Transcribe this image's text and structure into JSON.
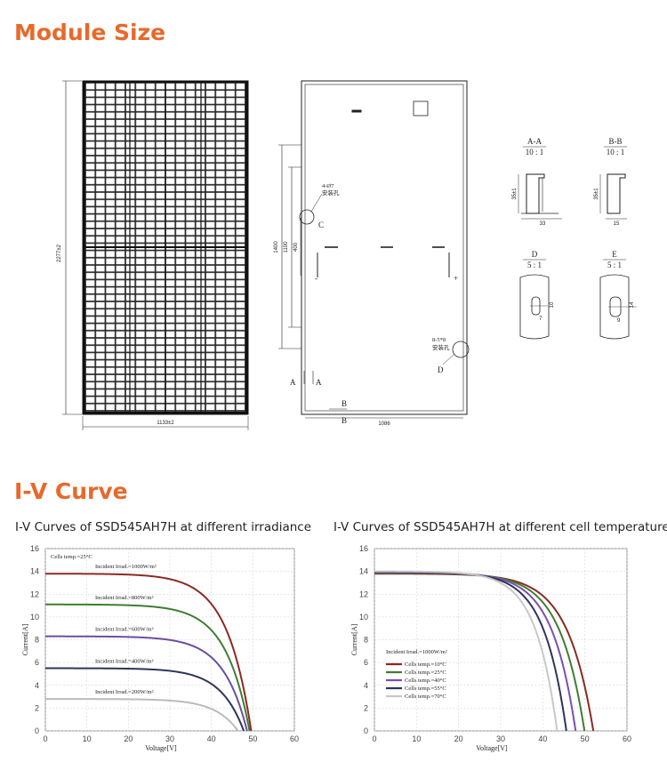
{
  "sections": {
    "module_size": "Module Size",
    "iv_curve": "I-V Curve"
  },
  "drawing": {
    "height_dim": "2277±2",
    "width_dim": "1133±2",
    "back_width": "1086",
    "pitch_1400": "1400",
    "pitch_1100": "1100",
    "pitch_400": "400",
    "hole_c_spec": "4-Ø7",
    "hole_c_note": "安装孔",
    "hole_d_spec": "8-5*8",
    "hole_d_note": "安装孔",
    "callout_c": "C",
    "callout_d": "D",
    "section_a": "A",
    "section_b": "B",
    "minus": "-",
    "plus": "+",
    "detail_aa": {
      "title": "A-A",
      "scale": "10 : 1",
      "h": "35±1",
      "w": "33"
    },
    "detail_bb": {
      "title": "B-B",
      "scale": "10 : 1",
      "h": "35±1",
      "w": "15"
    },
    "detail_d": {
      "title": "D",
      "scale": "5 : 1",
      "d1": "7",
      "d2": "10"
    },
    "detail_e": {
      "title": "E",
      "scale": "5 : 1",
      "d1": "9",
      "d2": "14"
    }
  },
  "chart_data": [
    {
      "type": "line",
      "title": "I-V Curves of SSD545AH7H at different irradiance",
      "xlabel": "Voltage[V]",
      "ylabel": "Current[A]",
      "xlim": [
        0,
        60
      ],
      "ylim": [
        0,
        16
      ],
      "xticks": [
        0,
        10,
        20,
        30,
        40,
        50,
        60
      ],
      "yticks": [
        0,
        2,
        4,
        6,
        8,
        10,
        12,
        14,
        16
      ],
      "annotation": "Cells temp.=25°C",
      "series": [
        {
          "name": "Incident Irrad.=1000W/m²",
          "color": "#8b2a22",
          "isc": 13.8,
          "voc": 49.6,
          "knee": 41
        },
        {
          "name": "Incident Irrad.=800W/m²",
          "color": "#3f7d33",
          "isc": 11.1,
          "voc": 49.2,
          "knee": 41
        },
        {
          "name": "Incident Irrad.=600W/m²",
          "color": "#6a4f9e",
          "isc": 8.3,
          "voc": 48.6,
          "knee": 41
        },
        {
          "name": "Incident Irrad.=400W/m²",
          "color": "#2e3559",
          "isc": 5.5,
          "voc": 47.8,
          "knee": 40
        },
        {
          "name": "Incident Irrad.=200W/m²",
          "color": "#bbbbbb",
          "isc": 2.8,
          "voc": 46.4,
          "knee": 39
        }
      ]
    },
    {
      "type": "line",
      "title": "I-V Curves of SSD545AH7H at different cell temperature",
      "xlabel": "Voltage[V]",
      "ylabel": "Current[A]",
      "xlim": [
        0,
        60
      ],
      "ylim": [
        0,
        16
      ],
      "xticks": [
        0,
        10,
        20,
        30,
        40,
        50,
        60
      ],
      "yticks": [
        0,
        2,
        4,
        6,
        8,
        10,
        12,
        14,
        16
      ],
      "annotation": "Incident Irrad.=1000W/m²",
      "series": [
        {
          "name": "Cells temp.=10°C",
          "color": "#8b2a22",
          "isc": 13.8,
          "voc": 52.0,
          "knee": 42
        },
        {
          "name": "Cells temp.=25°C",
          "color": "#3f7d33",
          "isc": 13.85,
          "voc": 49.9,
          "knee": 40
        },
        {
          "name": "Cells temp.=40°C",
          "color": "#7a4fb0",
          "isc": 13.9,
          "voc": 47.8,
          "knee": 38
        },
        {
          "name": "Cells temp.=55°C",
          "color": "#2e3559",
          "isc": 13.95,
          "voc": 45.6,
          "knee": 36
        },
        {
          "name": "Cells temp.=70°C",
          "color": "#c8c8c8",
          "isc": 14.0,
          "voc": 43.4,
          "knee": 34
        }
      ]
    }
  ]
}
